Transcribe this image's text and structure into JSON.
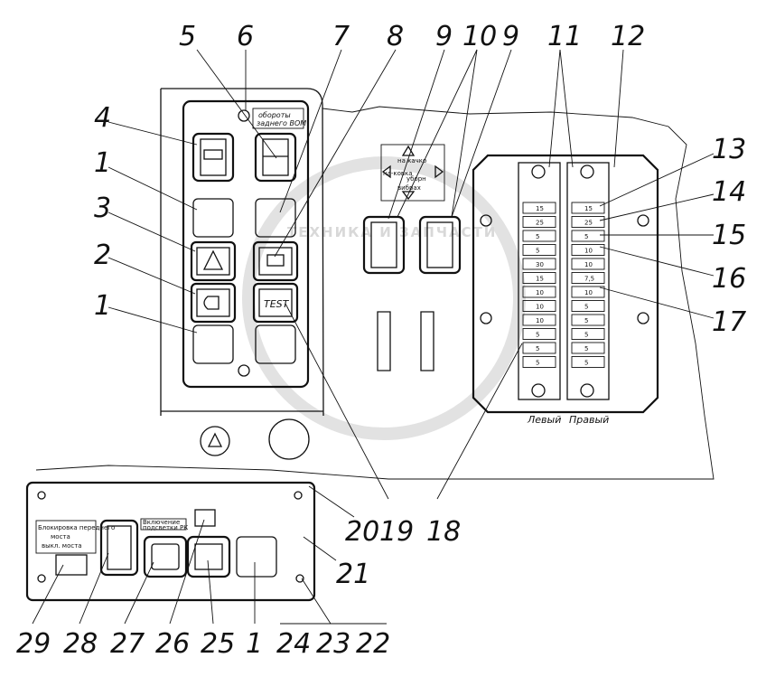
{
  "callouts": [
    {
      "id": "c5",
      "text": "5"
    },
    {
      "id": "c6",
      "text": "6"
    },
    {
      "id": "c7",
      "text": "7"
    },
    {
      "id": "c8",
      "text": "8"
    },
    {
      "id": "c9a",
      "text": "9"
    },
    {
      "id": "c10",
      "text": "10"
    },
    {
      "id": "c9b",
      "text": "9"
    },
    {
      "id": "c11",
      "text": "11"
    },
    {
      "id": "c12",
      "text": "12"
    },
    {
      "id": "c13",
      "text": "13"
    },
    {
      "id": "c14",
      "text": "14"
    },
    {
      "id": "c15",
      "text": "15"
    },
    {
      "id": "c16",
      "text": "16"
    },
    {
      "id": "c17",
      "text": "17"
    },
    {
      "id": "c4",
      "text": "4"
    },
    {
      "id": "c1a",
      "text": "1"
    },
    {
      "id": "c3",
      "text": "3"
    },
    {
      "id": "c2",
      "text": "2"
    },
    {
      "id": "c1b",
      "text": "1"
    },
    {
      "id": "c20",
      "text": "20"
    },
    {
      "id": "c19",
      "text": "19"
    },
    {
      "id": "c18",
      "text": "18"
    },
    {
      "id": "c21",
      "text": "21"
    },
    {
      "id": "c29",
      "text": "29"
    },
    {
      "id": "c28",
      "text": "28"
    },
    {
      "id": "c27",
      "text": "27"
    },
    {
      "id": "c26",
      "text": "26"
    },
    {
      "id": "c25",
      "text": "25"
    },
    {
      "id": "c1c",
      "text": "1"
    },
    {
      "id": "c24",
      "text": "24"
    },
    {
      "id": "c23",
      "text": "23"
    },
    {
      "id": "c22",
      "text": "22"
    }
  ],
  "labels": {
    "pto_speed_1": "обороты",
    "pto_speed_2": "заднего ВОМ",
    "arrow_top": "на качко",
    "arrow_mid": "на-ковка",
    "arrow_left": "уборн",
    "arrow_bottom": "вибрах",
    "test": "TEST",
    "fuse_left": "Левый",
    "fuse_right": "Правый",
    "bottom_a1": "Блокировка переднего",
    "bottom_a2": "моста",
    "bottom_a3": "выкл. моста",
    "bottom_b1": "Включение",
    "bottom_b2": "подсветки РК"
  },
  "watermark": "ТЕХНИКА И ЗАПЧАСТИ",
  "fuses_left": [
    "15",
    "25",
    "5",
    "5",
    "30",
    "15",
    "10",
    "10",
    "10",
    "5",
    "5",
    "5"
  ],
  "fuses_right": [
    "15",
    "25",
    "5",
    "10",
    "10",
    "7,5",
    "10",
    "5",
    "5",
    "5",
    "5",
    "5"
  ]
}
